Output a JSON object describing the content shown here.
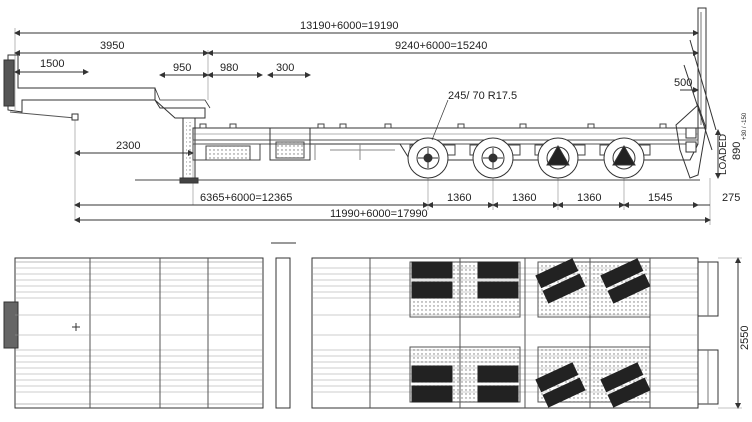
{
  "side_view": {
    "dim_total_length": "13190+6000=19190",
    "dim_gooseneck": "3950",
    "dim_platform_length": "9240+6000=15240",
    "dim_1500": "1500",
    "dim_950": "950",
    "dim_980": "980",
    "dim_300": "300",
    "dim_500": "500",
    "tire_size": "245/ 70 R17.5",
    "dim_2300": "2300",
    "dim_kingpin_to_axle": "6365+6000=12365",
    "dim_1360_a": "1360",
    "dim_1360_b": "1360",
    "dim_1360_c": "1360",
    "dim_1545": "1545",
    "dim_275": "275",
    "dim_overall_frame": "11990+6000=17990",
    "loaded_label": "LOADED",
    "loaded_height": "890",
    "loaded_tolerance": "+30 / -150"
  },
  "top_view": {
    "dim_width": "2550"
  }
}
